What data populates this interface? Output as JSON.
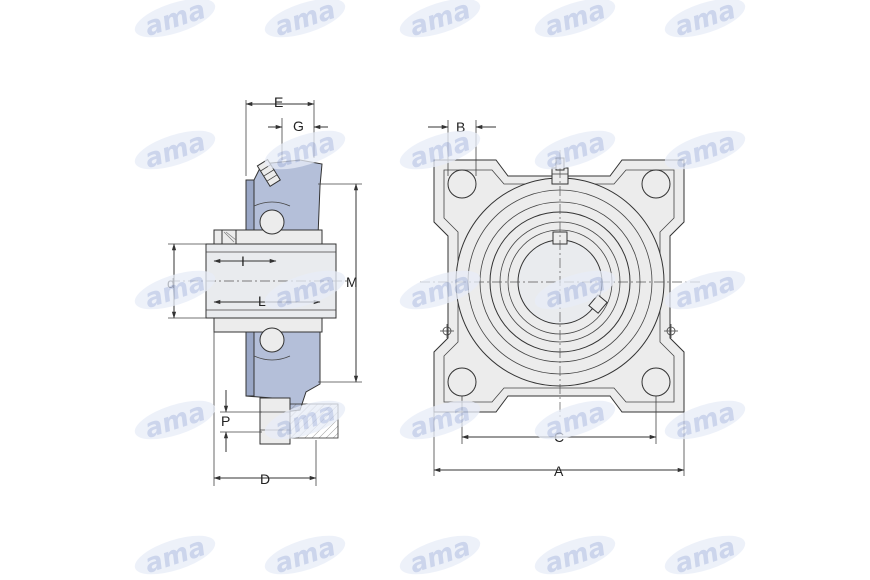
{
  "watermark": {
    "text": "ama",
    "color": "#bcc8e6",
    "glow": "#e8edf8"
  },
  "dimensions": {
    "E": "E",
    "G": "G",
    "B": "B",
    "M": "M",
    "d": "d",
    "I": "I",
    "L": "L",
    "P": "P",
    "D": "D",
    "C": "C",
    "A": "A"
  },
  "colors": {
    "housing": "#b4bfd9",
    "shaft": "#e9ebee",
    "body": "#ececec",
    "lines": "#333333"
  }
}
